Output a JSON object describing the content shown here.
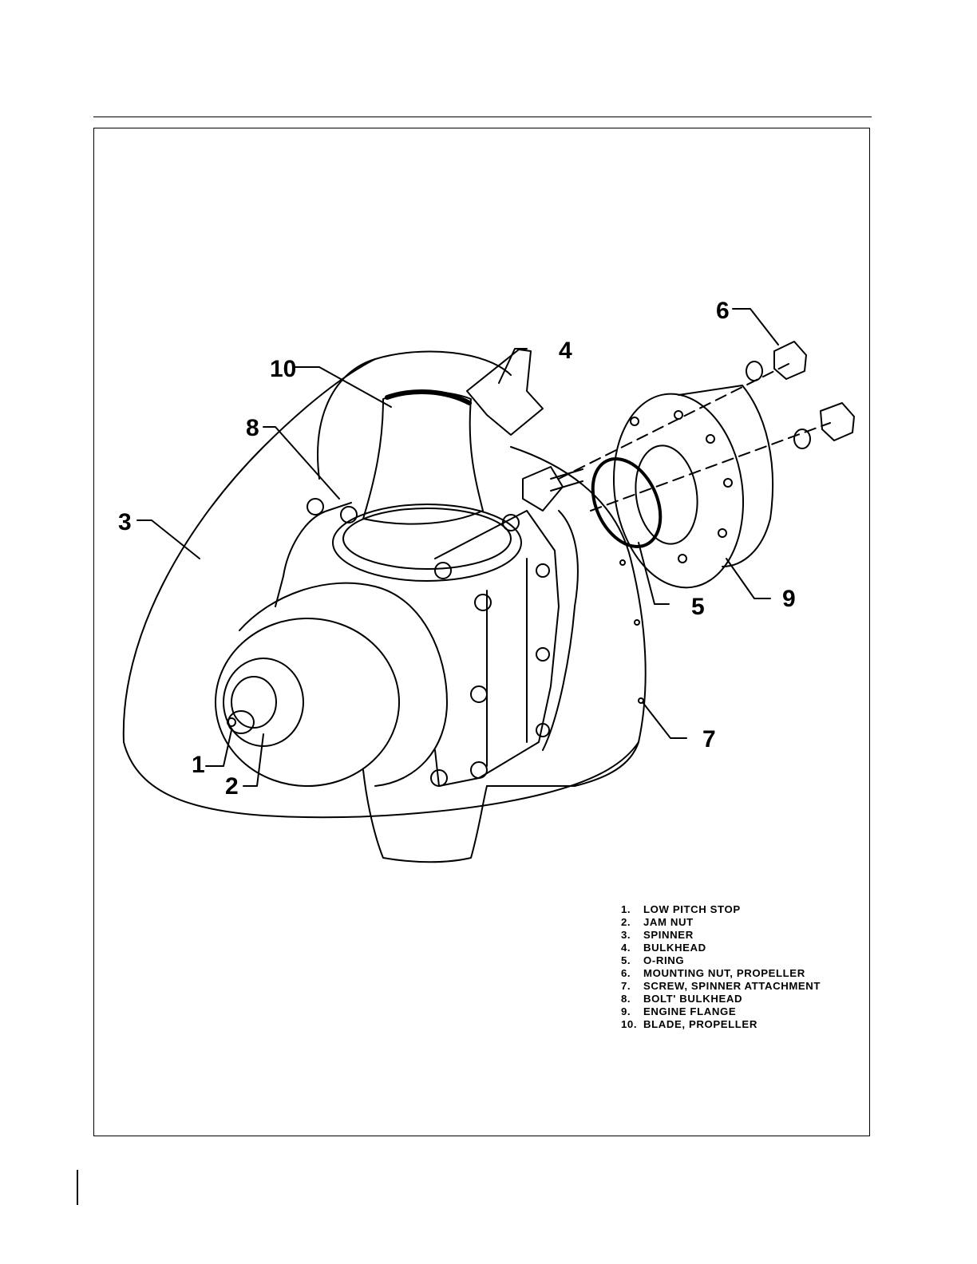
{
  "callouts": [
    "1",
    "2",
    "3",
    "4",
    "5",
    "6",
    "7",
    "8",
    "9",
    "10"
  ],
  "legend": [
    {
      "num": "1.",
      "text": "LOW PITCH STOP"
    },
    {
      "num": "2.",
      "text": "JAM NUT"
    },
    {
      "num": "3.",
      "text": "SPINNER"
    },
    {
      "num": "4.",
      "text": "BULKHEAD"
    },
    {
      "num": "5.",
      "text": "O-RING"
    },
    {
      "num": "6.",
      "text": "MOUNTING NUT, PROPELLER"
    },
    {
      "num": "7.",
      "text": "SCREW, SPINNER ATTACHMENT"
    },
    {
      "num": "8.",
      "text": "BOLT' BULKHEAD"
    },
    {
      "num": "9.",
      "text": "ENGINE FLANGE"
    },
    {
      "num": "10.",
      "text": "BLADE, PROPELLER"
    }
  ]
}
